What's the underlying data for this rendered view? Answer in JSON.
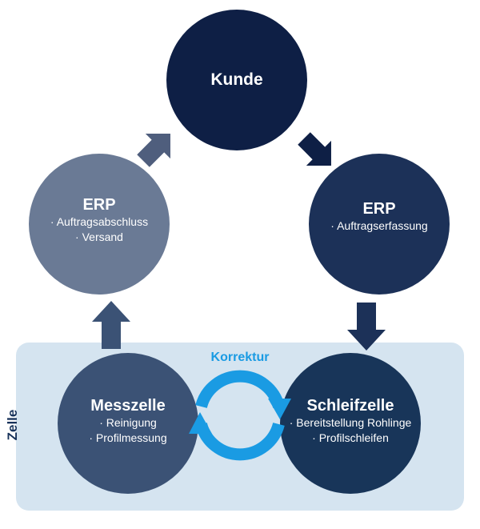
{
  "zelle": {
    "label": "Zelle"
  },
  "nodes": {
    "kunde": {
      "title": "Kunde"
    },
    "erp_right": {
      "title": "ERP",
      "items": [
        "Auftragserfassung"
      ]
    },
    "erp_left": {
      "title": "ERP",
      "items": [
        "Auftragsabschluss",
        "Versand"
      ]
    },
    "messzelle": {
      "title": "Messzelle",
      "items": [
        "Reinigung",
        "Profilmessung"
      ]
    },
    "schleifzelle": {
      "title": "Schleifzelle",
      "items": [
        "Bereitstellung Rohlinge",
        "Profilschleifen"
      ]
    }
  },
  "korrektur": {
    "label": "Korrektur"
  },
  "colors": {
    "kunde": "#0e1f45",
    "erp_right": "#1c3158",
    "erp_left": "#6a7a95",
    "messzelle": "#3b5275",
    "schleifzelle": "#183559",
    "zelle_bg": "#d5e4f0",
    "korrektur": "#1a9be3"
  }
}
